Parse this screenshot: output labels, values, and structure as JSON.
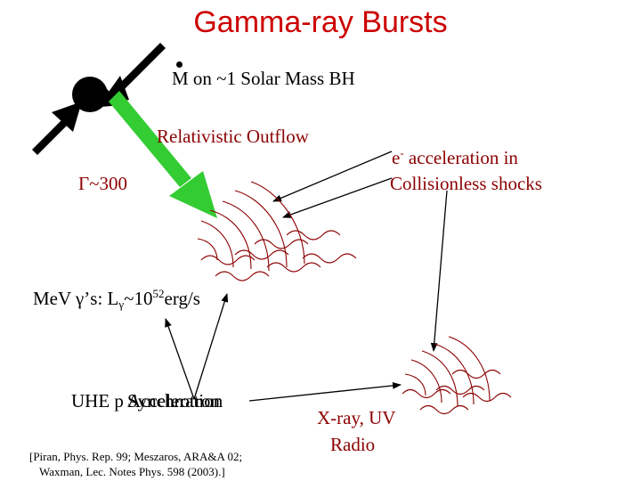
{
  "title": "Gamma-ray Bursts",
  "bh_label": "M on ~1 Solar Mass BH",
  "outflow_label": "Relativistic Outflow",
  "lorentz_label": "Γ~300",
  "electron_accel": {
    "base": "e",
    "superscript": "-",
    "line1_rest": " acceleration in",
    "line2": "Collisionless shocks"
  },
  "mev_label": {
    "prefix": "MeV γ’s: L",
    "subscript": "γ",
    "middle": "~10",
    "superscript": "52",
    "suffix": "erg/s"
  },
  "uhe_label": "UHE p Acceleration",
  "synchrotron_label": "Synchrotron",
  "xray_label": "X-ray, UV",
  "radio_label": "Radio",
  "references": {
    "line1": "[Piran, Phys. Rep. 99; Meszaros, ARA&A 02;",
    "line2": "Waxman, Lec. Notes Phys. 598 (2003).]"
  },
  "colors": {
    "title": "#cc0000",
    "dark_red_text": "#8b0000",
    "black_hole": "#000000",
    "jet": "#33cc33",
    "wave": "#8b0000"
  }
}
